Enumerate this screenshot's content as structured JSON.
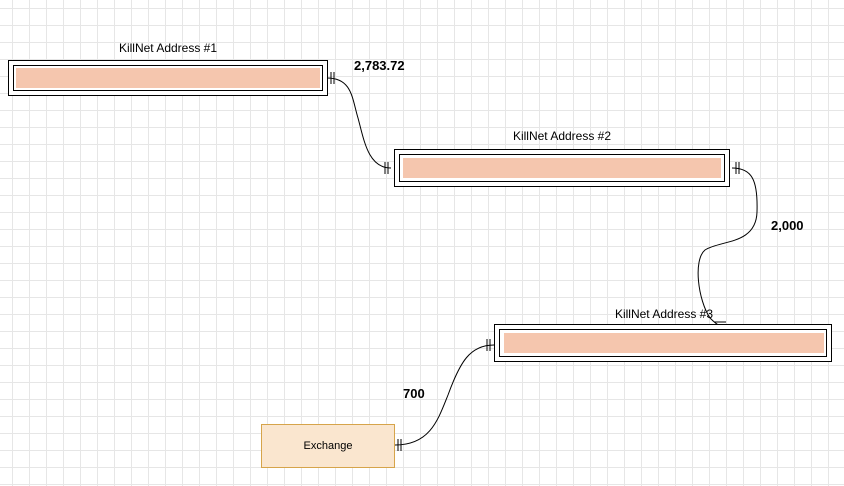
{
  "nodes": {
    "address1": {
      "title": "KillNet Address #1"
    },
    "address2": {
      "title": "KillNet Address #2"
    },
    "address3": {
      "title": "KillNet Address #3"
    },
    "exchange": {
      "label": "Exchange"
    }
  },
  "edges": {
    "a1_to_a2": {
      "label": "2,783.72"
    },
    "a2_to_a3": {
      "label": "2,000"
    },
    "exchange_to_a3": {
      "label": "700"
    }
  },
  "colors": {
    "redacted_fill": "#f5c6ae",
    "exchange_fill": "#fae6cf",
    "exchange_border": "#d6a44a"
  }
}
